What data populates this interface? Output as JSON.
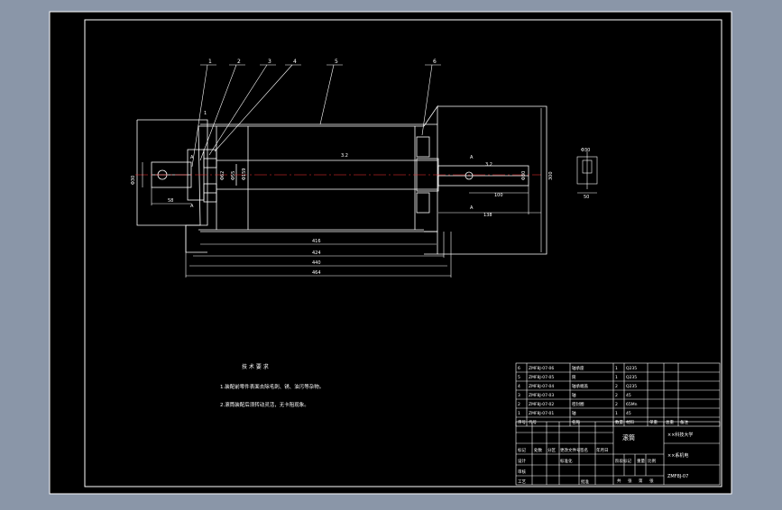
{
  "colors": {
    "background": "#8a96a8",
    "sheet": "#000000",
    "line": "#ffffff",
    "center_line": "#ff3030"
  },
  "balloons": [
    "1",
    "2",
    "3",
    "4",
    "5",
    "6"
  ],
  "dimensions": {
    "d_left_shaft": "Φ30",
    "d_bearing_a": "Φ62",
    "d_bearing_b": "Φ55",
    "d_roller": "Φ159",
    "d_right_shaft": "Φ30",
    "height_right": "300",
    "len_left": "58",
    "len_right_inner": "100",
    "len_right_outer": "138",
    "len_1": "416",
    "len_2": "424",
    "len_3": "440",
    "len_4": "464",
    "finish_1": "3.2",
    "finish_2": "3.2",
    "small_label": "Φ30",
    "section_width": "50",
    "top_tick": "1"
  },
  "section_marks": {
    "a_top": "A",
    "a_bottom": "A",
    "b_top": "A",
    "b_bottom": "A"
  },
  "notes": {
    "title": "技 术 要 求",
    "line1": "1.装配前零件表面去除毛刺、锈、油污等杂物。",
    "line2": "2.滚筒装配后须转动灵活，无卡阻现象。"
  },
  "parts_list": {
    "rows": [
      {
        "no": "6",
        "code": "ZMF8J-07-06",
        "name": "轴承座",
        "qty": "1",
        "mat": "Q235"
      },
      {
        "no": "5",
        "code": "ZMF8J-07-05",
        "name": "筒",
        "qty": "1",
        "mat": "Q235"
      },
      {
        "no": "4",
        "code": "ZMF8J-07-04",
        "name": "轴承端盖",
        "qty": "2",
        "mat": "Q235"
      },
      {
        "no": "3",
        "code": "ZMF8J-07-03",
        "name": "轴",
        "qty": "2",
        "mat": "45"
      },
      {
        "no": "2",
        "code": "ZMF8J-07-02",
        "name": "密封圈",
        "qty": "2",
        "mat": "65Mn"
      },
      {
        "no": "1",
        "code": "ZMF8J-07-01",
        "name": "轴",
        "qty": "1",
        "mat": "45"
      }
    ],
    "header": [
      "序号",
      "代号",
      "名称",
      "数量",
      "材料",
      "单重",
      "总重",
      "备注"
    ]
  },
  "title_block": {
    "drawing_name": "滚筒",
    "school": "××科技大学",
    "dept": "××系机电",
    "drawing_no": "ZMF8J-07",
    "marks": [
      "标记",
      "处数",
      "分区",
      "更改文件号",
      "签名",
      "年月日"
    ],
    "roles": [
      "设计",
      "审核",
      "工艺",
      "批准"
    ],
    "std": "标准化",
    "stage": "阶段标记",
    "weight": "重量",
    "scale": "比例",
    "sheet_a": "共",
    "sheet_b": "张",
    "sheet_c": "第",
    "sheet_d": "张"
  }
}
